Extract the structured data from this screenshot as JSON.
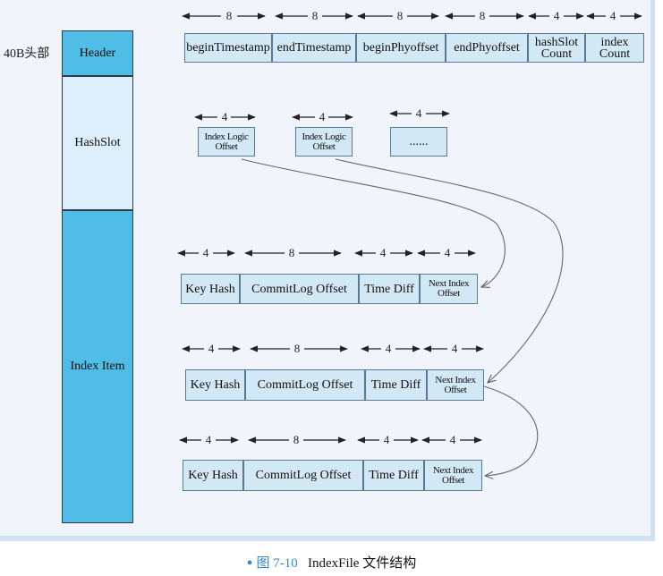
{
  "side_label": "40B头部",
  "columns": {
    "header": "Header",
    "hashslot": "HashSlot",
    "index_item": "Index Item"
  },
  "header_fields": {
    "begin_timestamp": "beginTimestamp",
    "end_timestamp": "endTimestamp",
    "begin_phy_offset": "beginPhyoffset",
    "end_phy_offset": "endPhyoffset",
    "hash_slot_count": "hashSlot\nCount",
    "index_count": "index\nCount"
  },
  "header_widths": [
    "8",
    "8",
    "8",
    "8",
    "4",
    "4"
  ],
  "hashslot_fields": {
    "slot1": "Index Logic\nOffset",
    "slot2": "Index Logic\nOffset",
    "slot3": "......"
  },
  "hashslot_widths": [
    "4",
    "4",
    "4"
  ],
  "index_item_fields": {
    "key_hash": "Key Hash",
    "commitlog_offset": "CommitLog Offset",
    "time_diff": "Time Diff",
    "next_index_offset": "Next Index\nOffset"
  },
  "index_item_widths": [
    "4",
    "8",
    "4",
    "4"
  ],
  "caption": {
    "figure": "图 7-10",
    "title": "IndexFile 文件结构"
  }
}
